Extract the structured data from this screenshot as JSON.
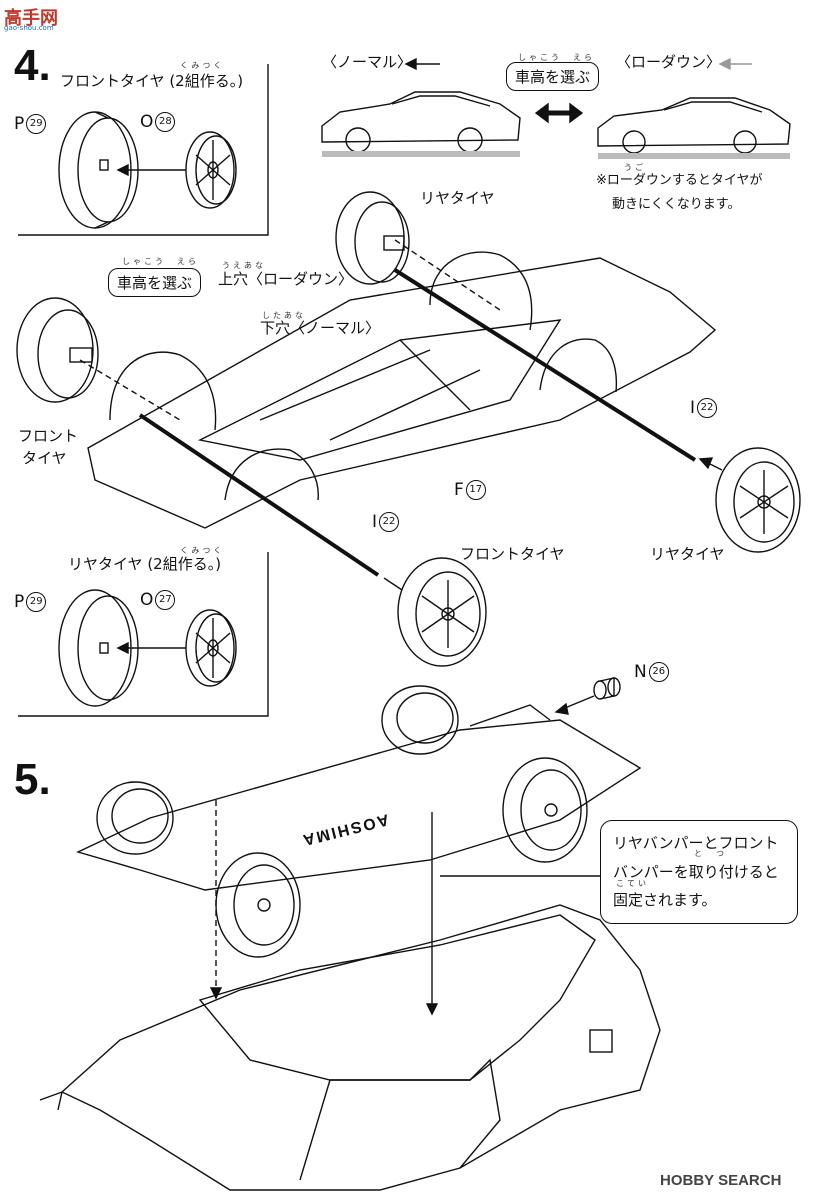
{
  "watermark_top": {
    "text": "高手网",
    "sub": "gao-shou.com"
  },
  "step4": {
    "number": "4.",
    "front_tire_title": "フロントタイヤ (2組作る。)",
    "front_tire_ruby": "くみつく",
    "rear_tire_title": "リヤタイヤ (2組作る。)",
    "rear_tire_ruby": "くみつく",
    "part_P": "P",
    "part_P_num": "29",
    "part_O_front": "O",
    "part_O_front_num": "28",
    "part_O_rear": "O",
    "part_O_rear_num": "27",
    "normal_label": "〈ノーマル〉",
    "lowdown_label": "〈ローダウン〉",
    "select_height_button": "車高を選ぶ",
    "select_height_ruby": "しゃこう　えら",
    "lowdown_note_1": "※ローダウンするとタイヤが",
    "lowdown_note_2": "動きにくくなります。",
    "lowdown_note_ruby": "うご",
    "rear_tire_label_top": "リヤタイヤ",
    "select_height_button_2": "車高を選ぶ",
    "upper_hole_ruby": "うえあな",
    "upper_hole": "上穴〈ローダウン〉",
    "lower_hole_ruby": "したあな",
    "lower_hole": "下穴〈ノーマル〉",
    "front_tire_label_1": "フロント",
    "front_tire_label_2": "タイヤ",
    "part_F": "F",
    "part_F_num": "17",
    "part_I_1": "I",
    "part_I_1_num": "22",
    "part_I_2": "I",
    "part_I_2_num": "22",
    "front_tire_label_bottom": "フロントタイヤ",
    "rear_tire_label_bottom": "リヤタイヤ",
    "part_N": "N",
    "part_N_num": "26"
  },
  "step5": {
    "number": "5.",
    "chassis_text": "AOSHIMA",
    "callout_line1": "リヤバンパーとフロント",
    "callout_line2": "バンパーを取り付けると",
    "callout_line3": "固定されます。",
    "callout_ruby_2": "と　つ",
    "callout_ruby_3": "こてい"
  },
  "footer": {
    "logo": "HOBBY SEARCH"
  }
}
